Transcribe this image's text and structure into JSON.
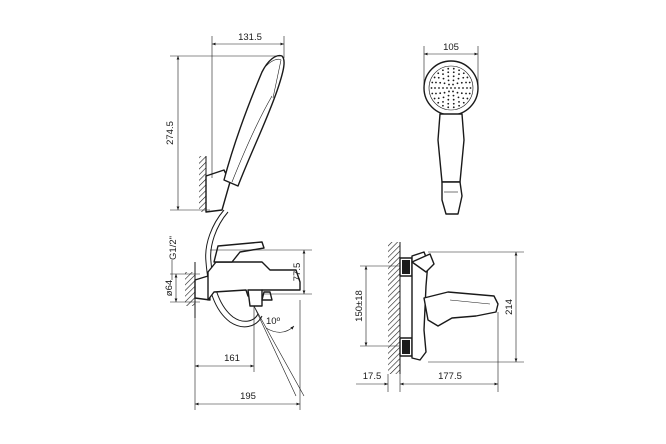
{
  "dimensions": {
    "side_head_width": "131.5",
    "side_height": "274.5",
    "front_head_width": "105",
    "thread": "G1/2\"",
    "mount_diameter": "ø64",
    "body_height": "77.5",
    "body_reach": "161",
    "total_reach": "195",
    "spout_angle": "10º",
    "centers": "150±18",
    "total_height": "214",
    "wall_offset": "17.5",
    "front_reach": "177.5"
  }
}
